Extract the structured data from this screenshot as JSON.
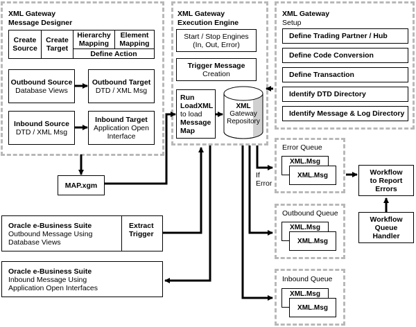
{
  "designer": {
    "title_line1": "XML Gateway",
    "title_line2": "Message Designer",
    "actions": {
      "create_source": [
        "Create",
        "Source"
      ],
      "create_target": [
        "Create",
        "Target"
      ],
      "hierarchy_mapping": [
        "Hierarchy",
        "Mapping"
      ],
      "element_mapping": [
        "Element",
        "Mapping"
      ],
      "define_action": "Define Action"
    },
    "outbound_source": {
      "title": "Outbound Source",
      "sub": "Database Views"
    },
    "outbound_target": {
      "title": "Outbound Target",
      "sub": "DTD / XML Msg"
    },
    "inbound_source": {
      "title": "Inbound Source",
      "sub": "DTD / XML Msg"
    },
    "inbound_target": {
      "title": "Inbound Target",
      "sub1": "Application Open",
      "sub2": "Interface"
    }
  },
  "engine": {
    "title_line1": "XML Gateway",
    "title_line2": "Execution Engine",
    "start_stop": {
      "line1": "Start / Stop Engines",
      "line2": "(In, Out, Error)"
    },
    "trigger": {
      "line1": "Trigger Message",
      "line2": "Creation"
    },
    "loadxml": [
      "Run",
      "LoadXML",
      "to load",
      "Message",
      "Map"
    ],
    "repository": [
      "XML",
      "Gateway",
      "Repository"
    ]
  },
  "setup": {
    "title_line1": "XML Gateway",
    "title_line2": "Setup",
    "items": [
      "Define Trading Partner / Hub",
      "Define Code Conversion",
      "Define Transaction",
      "Identify DTD Directory",
      "Identify Message & Log Directory"
    ]
  },
  "map_file": "MAP.xgm",
  "outbound_suite": {
    "title": "Oracle e-Business Suite",
    "line2": "Outbound Message Using",
    "line3": "Database Views",
    "extract": [
      "Extract",
      "Trigger"
    ]
  },
  "inbound_suite": {
    "title": "Oracle e-Business Suite",
    "line2": "Inbound Message Using",
    "line3": "Application Open Interfaces"
  },
  "if_error": [
    "If",
    "Error"
  ],
  "queues": {
    "error": {
      "title": "Error Queue",
      "msg_back": "XML.Msg",
      "msg_front": "XML.Msg"
    },
    "outbound": {
      "title": "Outbound Queue",
      "msg_back": "XML.Msg",
      "msg_front": "XML.Msg"
    },
    "inbound": {
      "title": "Inbound Queue",
      "msg_back": "XML.Msg",
      "msg_front": "XML.Msg"
    }
  },
  "workflow_report": [
    "Workflow",
    "to Report",
    "Errors"
  ],
  "workflow_handler": [
    "Workflow",
    "Queue",
    "Handler"
  ],
  "colors": {
    "dashed_border": "#b8b8b8",
    "cylinder_shade": "#d0d0d0"
  }
}
